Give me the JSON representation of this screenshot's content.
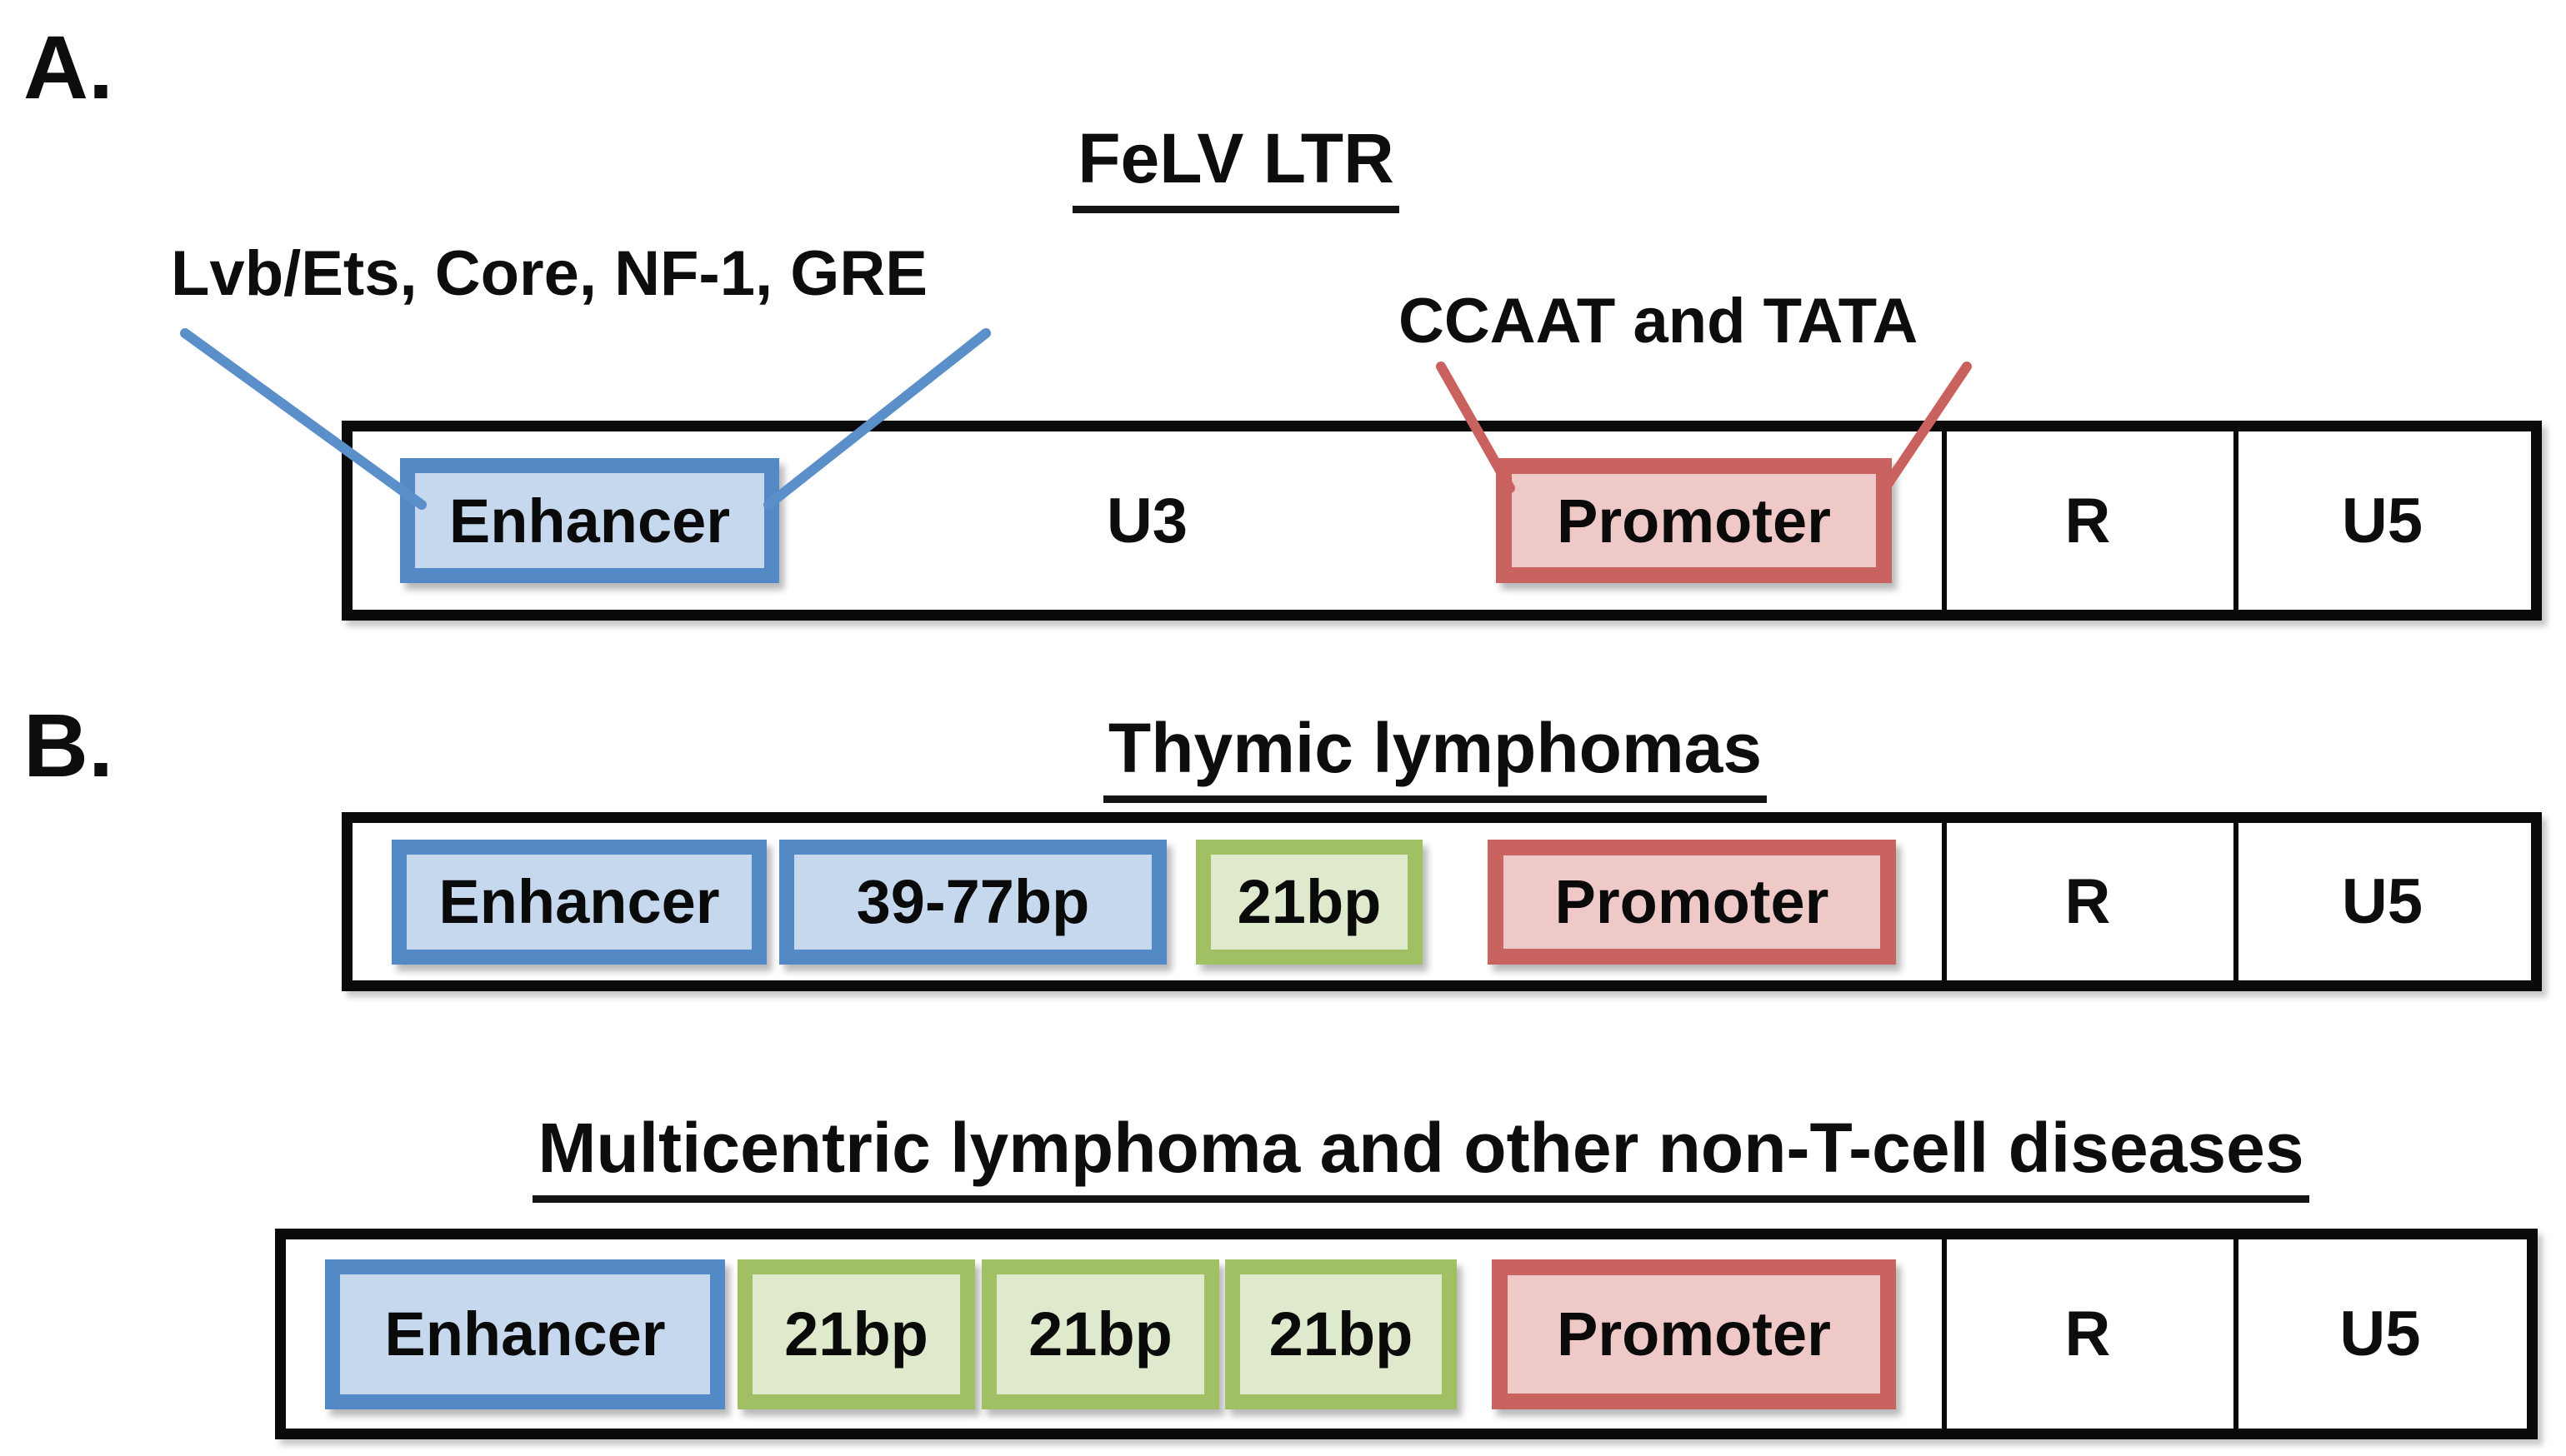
{
  "figure": {
    "description": "Schematic of FeLV LTR structure and enhancer/21bp-repeat arrangements in disease variants",
    "background": "#ffffff"
  },
  "colors": {
    "enhancer_box_border": "#5389c5",
    "enhancer_box_fill": "#c6d8ee",
    "repeat_box_border": "#a1c064",
    "repeat_box_fill": "#dfe9cc",
    "promoter_box_border": "#c96360",
    "promoter_box_fill": "#efc8c8",
    "bar_outline": "#0a0a0a",
    "blue_callout_line": "#5b8fca",
    "red_callout_line": "#c9615e"
  },
  "panel_a": {
    "label": "A.",
    "title": "FeLV LTR",
    "enhancer_annotation": "Lvb/Ets, Core, NF-1, GRE",
    "promoter_annotation": "CCAAT and TATA",
    "boxes": {
      "enhancer": "Enhancer",
      "promoter": "Promoter"
    },
    "regions": {
      "u3": "U3",
      "r": "R",
      "u5": "U5"
    }
  },
  "panel_b": {
    "label": "B.",
    "thymic": {
      "title": "Thymic lymphomas",
      "boxes": {
        "enhancer": "Enhancer",
        "duplication": "39-77bp",
        "repeat": "21bp",
        "promoter": "Promoter"
      },
      "regions": {
        "r": "R",
        "u5": "U5"
      }
    },
    "multicentric": {
      "title": "Multicentric lymphoma and other non-T-cell diseases",
      "boxes": {
        "enhancer": "Enhancer",
        "repeat1": "21bp",
        "repeat2": "21bp",
        "repeat3": "21bp",
        "promoter": "Promoter"
      },
      "regions": {
        "r": "R",
        "u5": "U5"
      }
    }
  }
}
